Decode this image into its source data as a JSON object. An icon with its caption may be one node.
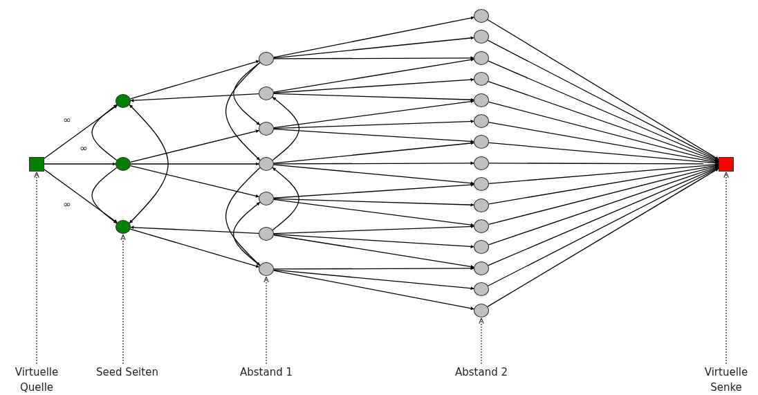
{
  "diagram": {
    "nodes": [
      {
        "text": [],
        "shape": "box"
      },
      {
        "text": [],
        "shape": "circle"
      },
      {
        "text": [],
        "shape": "circle"
      },
      {
        "text": [],
        "shape": "circle"
      },
      {
        "text": [],
        "shape": "circle"
      },
      {
        "text": [],
        "shape": "circle"
      },
      {
        "text": [],
        "shape": "circle"
      },
      {
        "text": [],
        "shape": "circle"
      },
      {
        "text": [],
        "shape": "circle"
      },
      {
        "text": [],
        "shape": "circle"
      },
      {
        "text": [],
        "shape": "circle"
      },
      {
        "text": [],
        "shape": "circle"
      },
      {
        "text": [],
        "shape": "circle"
      },
      {
        "text": [],
        "shape": "circle"
      },
      {
        "text": [],
        "shape": "circle"
      },
      {
        "text": [],
        "shape": "circle"
      },
      {
        "text": [],
        "shape": "circle"
      },
      {
        "text": [],
        "shape": "circle"
      },
      {
        "text": [],
        "shape": "circle"
      },
      {
        "text": [],
        "shape": "circle"
      },
      {
        "text": [],
        "shape": "circle"
      },
      {
        "text": [],
        "shape": "circle"
      },
      {
        "text": [],
        "shape": "circle"
      },
      {
        "text": [],
        "shape": "circle"
      },
      {
        "text": [],
        "shape": "circle"
      },
      {
        "text": [],
        "shape": "circle"
      },
      {
        "text": [],
        "shape": "box"
      },
      {
        "text": [
          "Virtuelle Quelle"
        ]
      },
      {
        "text": [
          "Seed Seiten"
        ]
      },
      {
        "text": [
          "Abstand 1"
        ]
      },
      {
        "text": [
          "Abstand 2"
        ]
      },
      {
        "text": [
          "Virtuelle Senke"
        ]
      }
    ],
    "edges": [
      {
        "from": 0,
        "to": 1,
        "arrow": "to",
        "label": "∞"
      },
      {
        "from": 0,
        "to": 2,
        "arrow": "to",
        "label": "∞"
      },
      {
        "from": 0,
        "to": 3,
        "arrow": "to",
        "label": "∞"
      },
      {
        "from": 2,
        "to": 1,
        "arrow": "to"
      },
      {
        "from": 2,
        "to": 3,
        "arrow": "to"
      },
      {
        "from": 1,
        "to": 3,
        "arrow": "both"
      },
      {
        "from": 1,
        "to": 4,
        "arrow": "to"
      },
      {
        "from": 5,
        "to": 1,
        "arrow": "to"
      },
      {
        "from": 2,
        "to": 6,
        "arrow": "to"
      },
      {
        "from": 2,
        "to": 7,
        "arrow": "to"
      },
      {
        "from": 2,
        "to": 8,
        "arrow": "to"
      },
      {
        "from": 9,
        "to": 3,
        "arrow": "to"
      },
      {
        "from": 3,
        "to": 10,
        "arrow": "to"
      },
      {
        "from": 4,
        "to": 6,
        "arrow": "to"
      },
      {
        "from": 4,
        "to": 7,
        "arrow": "to"
      },
      {
        "from": 7,
        "to": 10,
        "arrow": "to"
      },
      {
        "from": 10,
        "to": 8,
        "arrow": "to"
      },
      {
        "from": 7,
        "to": 5,
        "arrow": "to"
      },
      {
        "from": 9,
        "to": 7,
        "arrow": "to"
      },
      {
        "from": 4,
        "to": 11,
        "arrow": "to"
      },
      {
        "from": 4,
        "to": 12,
        "arrow": "to"
      },
      {
        "from": 4,
        "to": 13,
        "arrow": "to"
      },
      {
        "from": 5,
        "to": 13,
        "arrow": "to"
      },
      {
        "from": 5,
        "to": 14,
        "arrow": "to"
      },
      {
        "from": 5,
        "to": 15,
        "arrow": "to"
      },
      {
        "from": 6,
        "to": 15,
        "arrow": "to"
      },
      {
        "from": 6,
        "to": 16,
        "arrow": "to"
      },
      {
        "from": 6,
        "to": 17,
        "arrow": "to"
      },
      {
        "from": 7,
        "to": 17,
        "arrow": "to"
      },
      {
        "from": 7,
        "to": 18,
        "arrow": "to"
      },
      {
        "from": 7,
        "to": 19,
        "arrow": "to"
      },
      {
        "from": 8,
        "to": 19,
        "arrow": "to"
      },
      {
        "from": 8,
        "to": 20,
        "arrow": "to"
      },
      {
        "from": 8,
        "to": 21,
        "arrow": "to"
      },
      {
        "from": 9,
        "to": 21,
        "arrow": "to"
      },
      {
        "from": 9,
        "to": 22,
        "arrow": "to"
      },
      {
        "from": 9,
        "to": 23,
        "arrow": "to"
      },
      {
        "from": 10,
        "to": 23,
        "arrow": "to"
      },
      {
        "from": 10,
        "to": 24,
        "arrow": "to"
      },
      {
        "from": 10,
        "to": 25,
        "arrow": "to"
      },
      {
        "from": 11,
        "to": 26,
        "arrow": "to"
      },
      {
        "from": 12,
        "to": 26,
        "arrow": "to"
      },
      {
        "from": 13,
        "to": 26,
        "arrow": "to"
      },
      {
        "from": 14,
        "to": 26,
        "arrow": "to"
      },
      {
        "from": 15,
        "to": 26,
        "arrow": "to"
      },
      {
        "from": 16,
        "to": 26,
        "arrow": "to"
      },
      {
        "from": 17,
        "to": 26,
        "arrow": "to"
      },
      {
        "from": 18,
        "to": 26,
        "arrow": "to"
      },
      {
        "from": 19,
        "to": 26,
        "arrow": "to"
      },
      {
        "from": 20,
        "to": 26,
        "arrow": "to"
      },
      {
        "from": 21,
        "to": 26,
        "arrow": "to"
      },
      {
        "from": 22,
        "to": 26,
        "arrow": "to"
      },
      {
        "from": 23,
        "to": 26,
        "arrow": "to"
      },
      {
        "from": 24,
        "to": 26,
        "arrow": "to"
      },
      {
        "from": 25,
        "to": 26,
        "arrow": "to"
      },
      {
        "from": 27,
        "to": 0,
        "arrow": "to",
        "style": "dashed"
      },
      {
        "from": 28,
        "to": 3,
        "arrow": "to",
        "style": "dashed"
      },
      {
        "from": 29,
        "to": 10,
        "arrow": "to",
        "style": "dashed"
      },
      {
        "from": 30,
        "to": 25,
        "arrow": "to",
        "style": "dashed"
      },
      {
        "from": 31,
        "to": 26,
        "arrow": "to",
        "style": "dashed"
      }
    ]
  }
}
